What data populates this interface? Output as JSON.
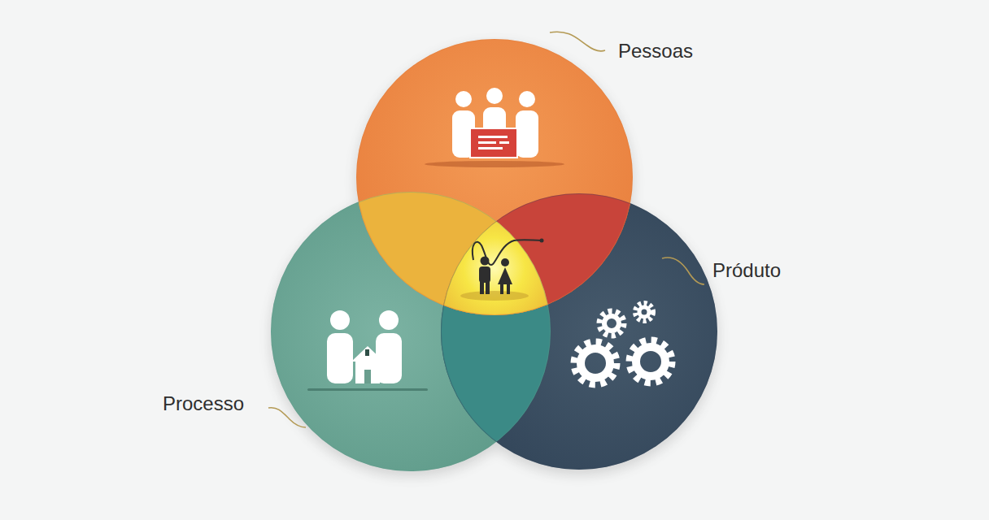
{
  "diagram": {
    "nodes": [
      {
        "text": [
          "Pessoas"
        ]
      },
      {
        "text": [
          "Próduto"
        ]
      },
      {
        "text": [
          "Processo"
        ]
      }
    ]
  }
}
